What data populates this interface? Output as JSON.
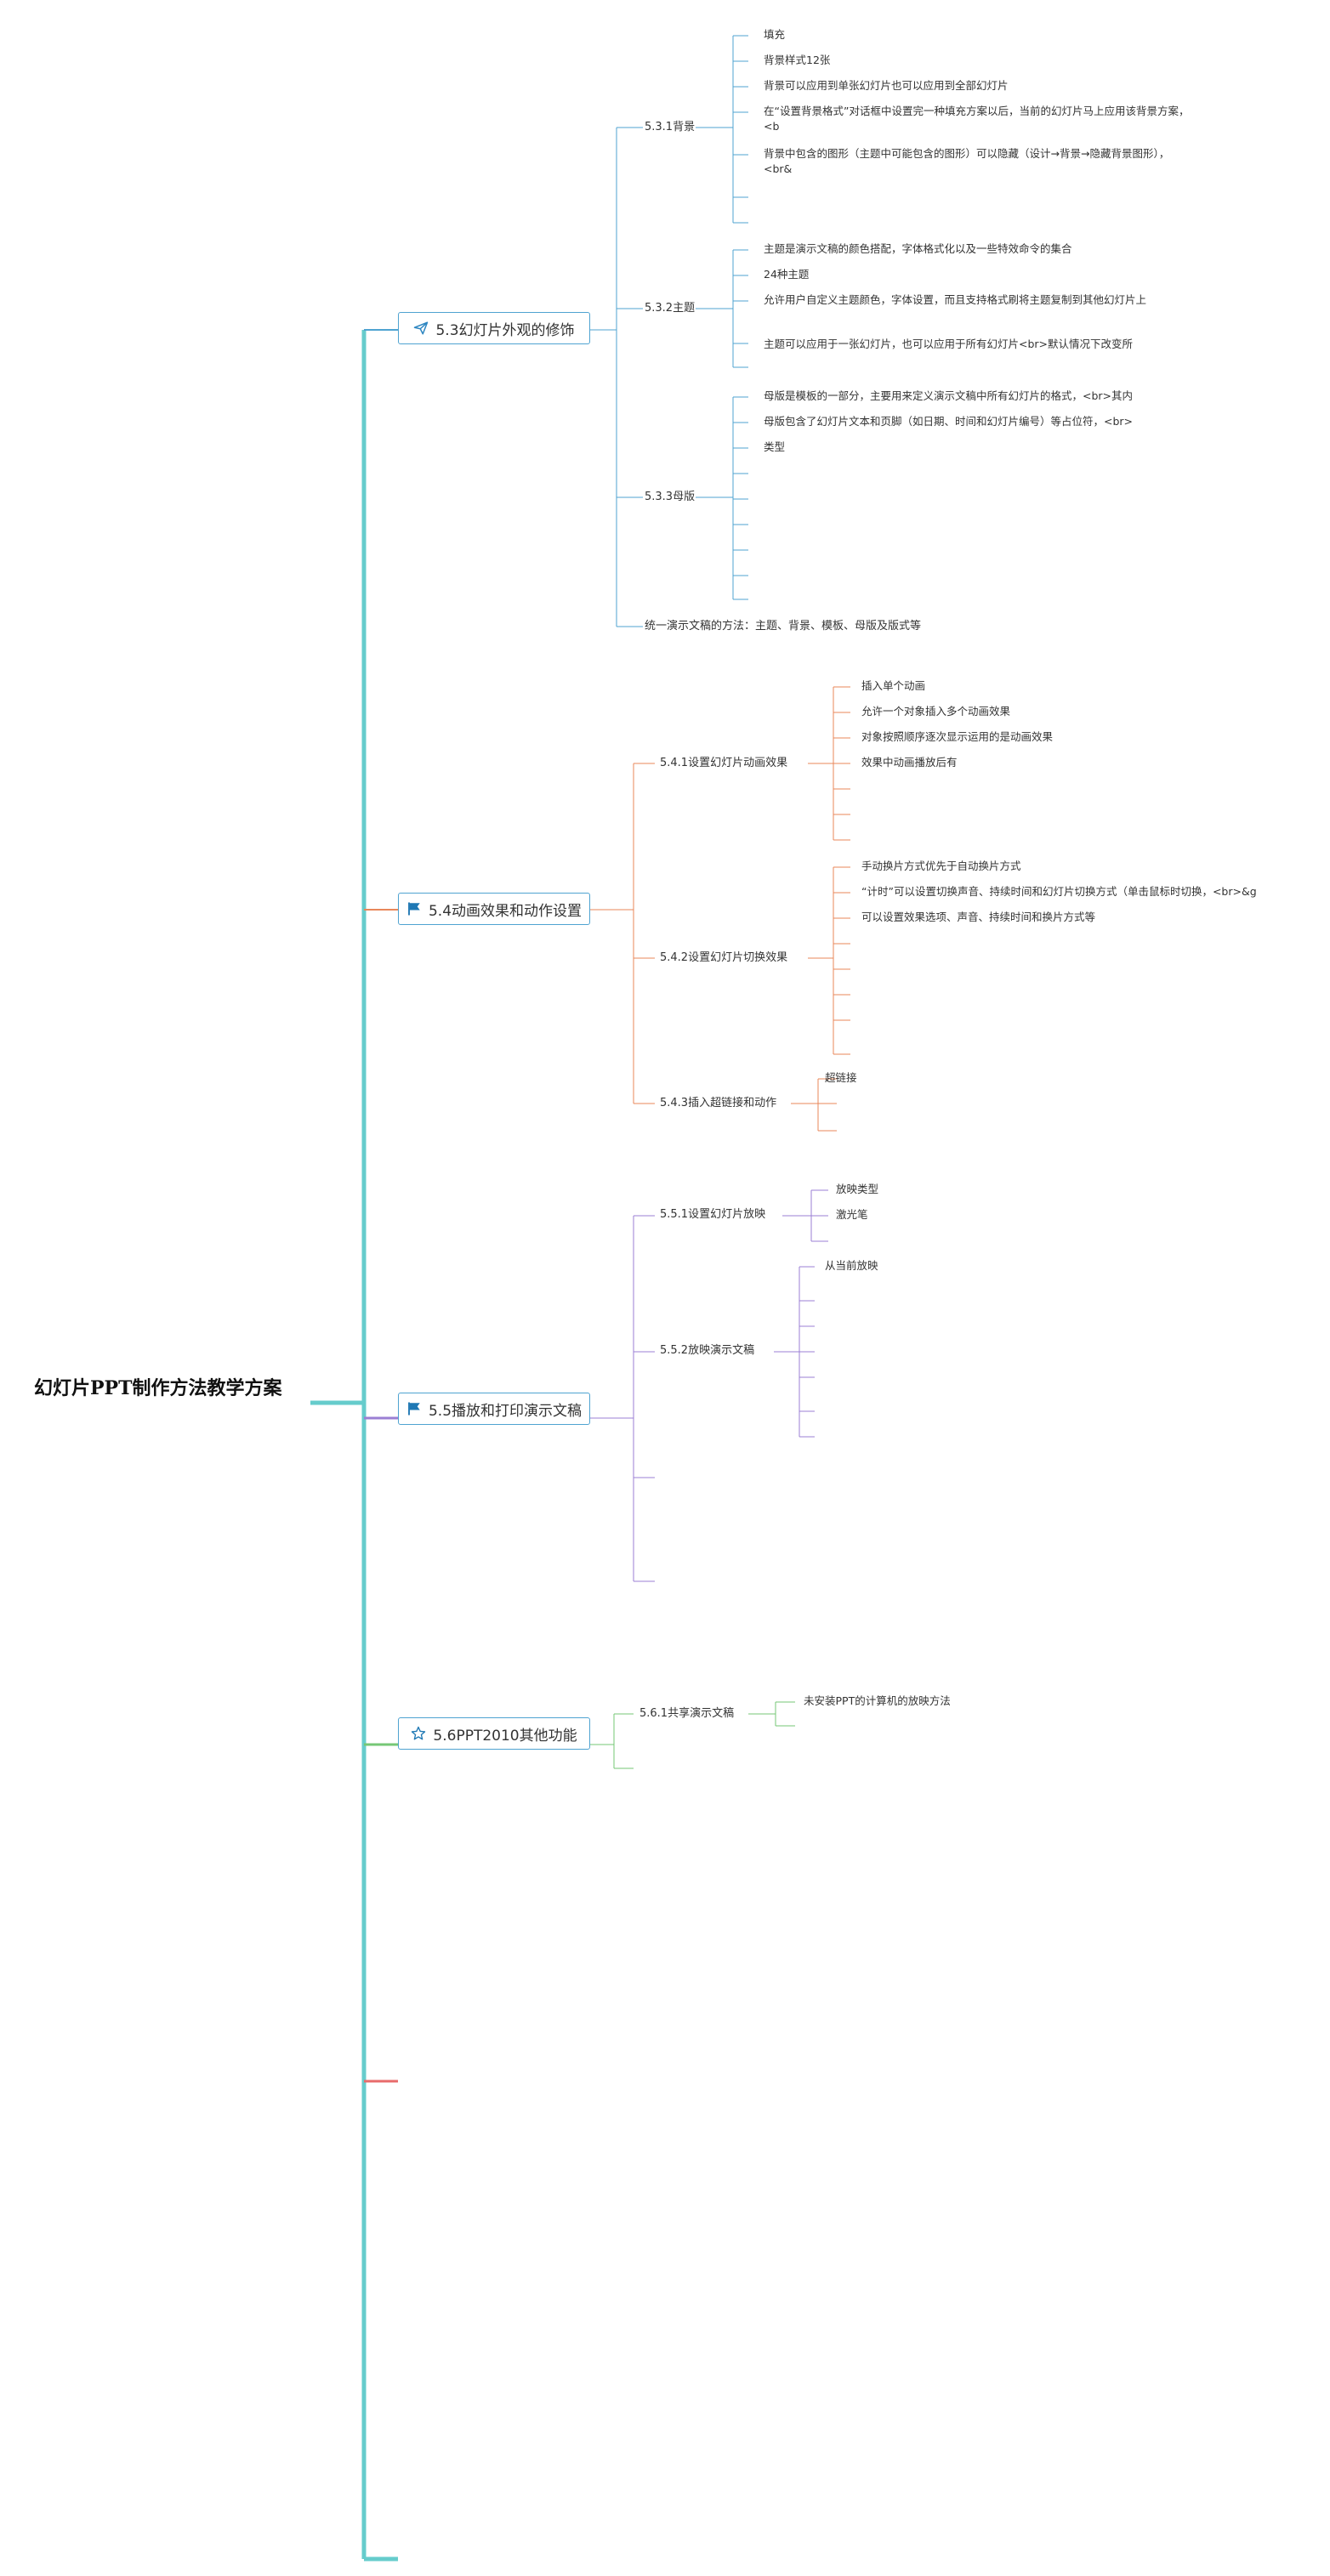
{
  "root": {
    "title": "幻灯片PPT制作方法教学方案"
  },
  "colors": {
    "trunk": "#66CCCC",
    "blue": "#4FA3D1",
    "orange": "#E8875A",
    "purple": "#9B7FD4",
    "green": "#76C776",
    "red": "#E86B6B"
  },
  "topics": [
    {
      "label": "5.3幻灯片外观的修饰",
      "icon": "paper-plane-icon"
    },
    {
      "label": "5.4动画效果和动作设置",
      "icon": "flag-icon"
    },
    {
      "label": "5.5播放和打印演示文稿",
      "icon": "flag-icon"
    },
    {
      "label": "5.6PPT2010其他功能",
      "icon": "star-icon"
    }
  ],
  "t53": {
    "s1": {
      "label": "5.3.1背景",
      "items": [
        "填充",
        "背景样式12张",
        "背景可以应用到单张幻灯片也可以应用到全部幻灯片",
        "在“设置背景格式”对话框中设置完一种填充方案以后，当前的幻灯片马上应用该背景方案，<b",
        "背景中包含的图形（主题中可能包含的图形）可以隐藏（设计→背景→隐藏背景图形），<br&"
      ]
    },
    "s2": {
      "label": "5.3.2主题",
      "items": [
        "主题是演示文稿的颜色搭配，字体格式化以及一些特效命令的集合",
        "24种主题",
        "允许用户自定义主题颜色，字体设置，而且支持格式刷将主题复制到其他幻灯片上",
        "主题可以应用于一张幻灯片，也可以应用于所有幻灯片<br>默认情况下改变所"
      ]
    },
    "s3": {
      "label": "5.3.3母版",
      "items": [
        "母版是模板的一部分，主要用来定义演示文稿中所有幻灯片的格式，<br>其内",
        "母版包含了幻灯片文本和页脚（如日期、时间和幻灯片编号）等占位符，<br>",
        "类型"
      ]
    },
    "s4": {
      "label": "统一演示文稿的方法：主题、背景、模板、母版及版式等"
    }
  },
  "t54": {
    "s1": {
      "label": "5.4.1设置幻灯片动画效果",
      "items": [
        "插入单个动画",
        "允许一个对象插入多个动画效果",
        "对象按照顺序逐次显示运用的是动画效果",
        "效果中动画播放后有"
      ]
    },
    "s2": {
      "label": "5.4.2设置幻灯片切换效果",
      "items": [
        "手动换片方式优先于自动换片方式",
        "“计时”可以设置切换声音、持续时间和幻灯片切换方式（单击鼠标时切换，<br>&g",
        "可以设置效果选项、声音、持续时间和换片方式等"
      ]
    },
    "s3": {
      "label": "5.4.3插入超链接和动作",
      "items": [
        "超链接"
      ]
    }
  },
  "t55": {
    "s1": {
      "label": "5.5.1设置幻灯片放映",
      "items": [
        "放映类型",
        "激光笔"
      ]
    },
    "s2": {
      "label": "5.5.2放映演示文稿",
      "items": [
        "从当前放映"
      ]
    }
  },
  "t56": {
    "s1": {
      "label": "5.6.1共享演示文稿",
      "items": [
        "未安装PPT的计算机的放映方法"
      ]
    }
  }
}
